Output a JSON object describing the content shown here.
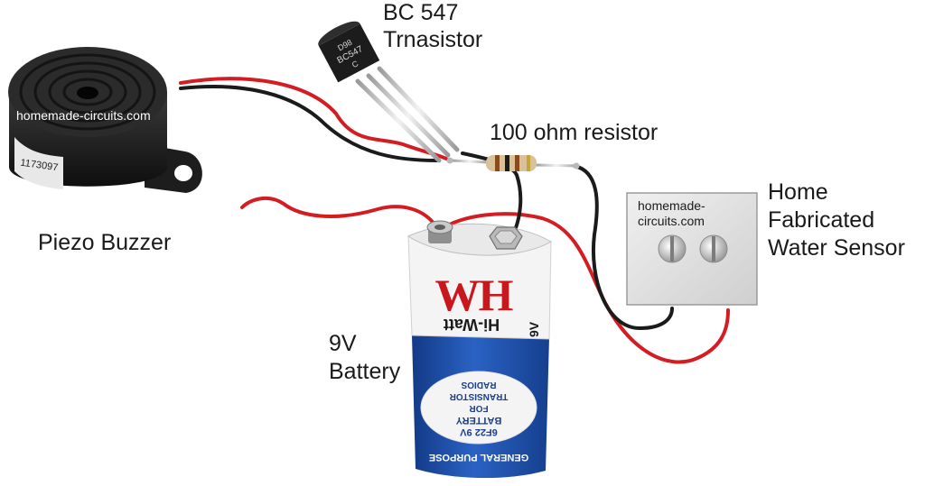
{
  "colors": {
    "wire_red": "#d41d22",
    "wire_black": "#1b1b1b",
    "buzzer_body": "#262626",
    "battery_blue": "#1c4ea6",
    "battery_white": "#f4f4f4",
    "brand_red": "#c8181e",
    "sensor_plate": "#dcdcdc",
    "text": "#1a1a1a"
  },
  "labels": {
    "transistor": [
      "BC 547",
      "Trnasistor"
    ],
    "resistor": "100 ohm resistor",
    "buzzer": "Piezo Buzzer",
    "sensor": [
      "Home",
      "Fabricated",
      "Water Sensor"
    ],
    "battery": [
      "9V",
      "Battery"
    ]
  },
  "watermarks": {
    "buzzer": "homemade-circuits.com",
    "sensor": [
      "homemade-",
      "circuits.com"
    ]
  },
  "component_markings": {
    "transistor": [
      "D98",
      "BC547",
      "C"
    ],
    "buzzer_code": "1173097",
    "battery_logo": "WH",
    "battery_brand": "Hi-Watt",
    "battery_lines": [
      "6F22 9V",
      "BATTERY",
      "FOR",
      "TRANSISTOR",
      "RADIOS"
    ],
    "battery_footer": "GENERAL PURPOSE",
    "battery_voltage": "9V"
  },
  "icons": {
    "buzzer": "piezo-buzzer-icon",
    "transistor": "transistor-icon",
    "resistor": "resistor-icon",
    "battery": "battery-9v-icon",
    "sensor": "water-sensor-icon"
  }
}
